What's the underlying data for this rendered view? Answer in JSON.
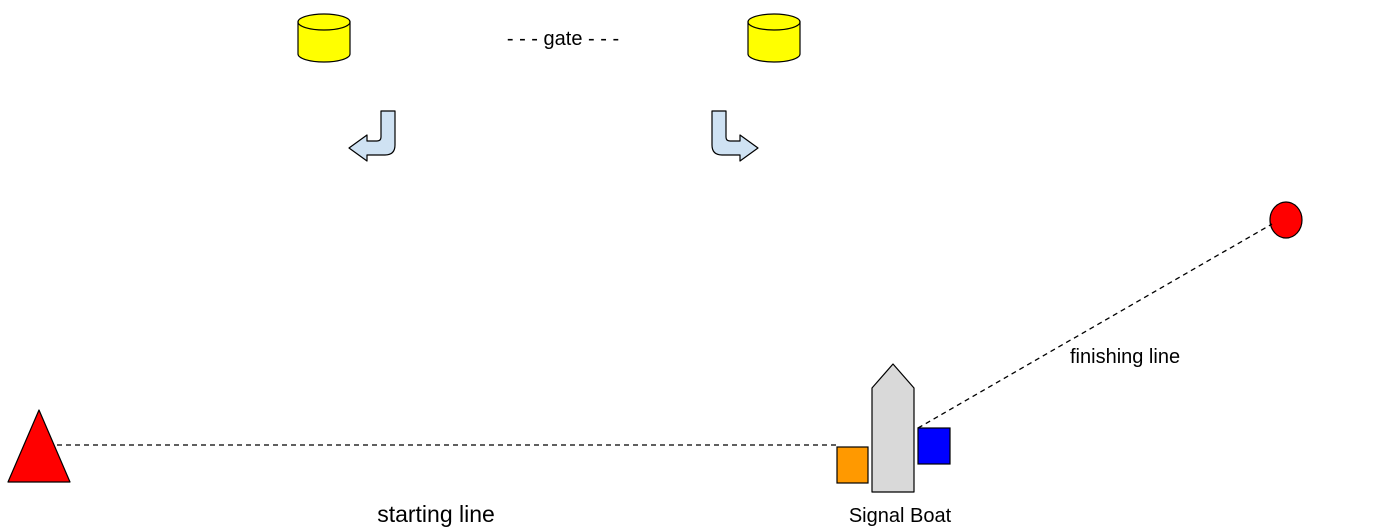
{
  "labels": {
    "gate": "- - - gate - - -",
    "finishing_line": "finishing line",
    "starting_line": "starting line",
    "signal_boat": "Signal Boat"
  },
  "marks": {
    "gate_buoys": "yellow cylinder buoys",
    "start_pin": "red triangle buoy",
    "finish_pin": "red round buoy",
    "committee_flags": [
      "orange",
      "blue"
    ]
  },
  "colors": {
    "gate_buoy": "#ffff00",
    "start_pin": "#ff0000",
    "finish_pin": "#ff0000",
    "orange_flag": "#ff9900",
    "blue_flag": "#0000ff",
    "boat_hull": "#d9d9d9",
    "arrow_fill": "#cfe2f3"
  }
}
